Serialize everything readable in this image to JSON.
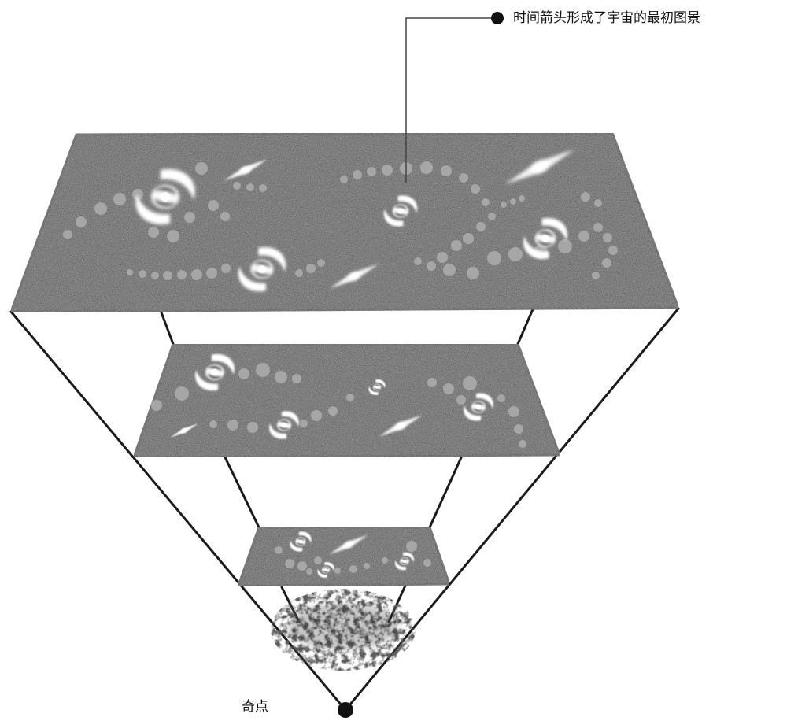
{
  "annotation": {
    "arrow_of_time_label": "时间箭头形成了宇宙的最初图景",
    "singularity_label": "奇点"
  },
  "layers": [
    {
      "level": "top",
      "content": [
        "spiral-galaxy",
        "elliptical-galaxy",
        "star-cluster-trail"
      ]
    },
    {
      "level": "middle",
      "content": [
        "spiral-galaxy",
        "elliptical-galaxy",
        "star-cluster-trail"
      ]
    },
    {
      "level": "bottom",
      "content": [
        "spiral-galaxy",
        "elliptical-galaxy",
        "star-cluster-trail"
      ]
    }
  ],
  "primordial_cloud": "noise-cloud",
  "colors": {
    "slab": "#3a3a3a",
    "outline": "#1a1a1a",
    "glow": "#ffffff",
    "dot": "#a9a9a9"
  }
}
